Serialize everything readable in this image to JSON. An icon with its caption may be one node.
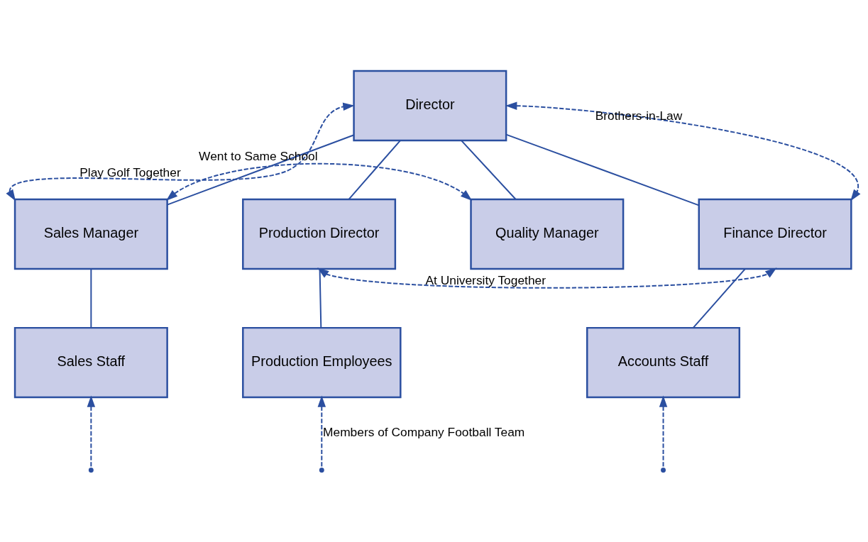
{
  "diagram": {
    "nodes": [
      {
        "text": [
          "Director"
        ]
      },
      {
        "text": [
          "Sales Manager"
        ]
      },
      {
        "text": [
          "Production Director"
        ]
      },
      {
        "text": [
          "Quality Manager"
        ]
      },
      {
        "text": [
          "Finance Director"
        ]
      },
      {
        "text": [
          "Sales Staff"
        ]
      },
      {
        "text": [
          "Production Employees"
        ]
      },
      {
        "text": [
          "Accounts Staff"
        ]
      }
    ],
    "edges": [
      {
        "from": 0,
        "to": 1,
        "arrow": "none"
      },
      {
        "from": 0,
        "to": 2,
        "arrow": "none"
      },
      {
        "from": 0,
        "to": 3,
        "arrow": "none"
      },
      {
        "from": 0,
        "to": 4,
        "arrow": "none"
      },
      {
        "from": 1,
        "to": 5,
        "arrow": "none"
      },
      {
        "from": 2,
        "to": 6,
        "arrow": "none"
      },
      {
        "from": 4,
        "to": 7,
        "arrow": "none"
      },
      {
        "from": 1,
        "to": 0,
        "arrow": "both",
        "label": "Play Golf Together",
        "style": "dashed"
      },
      {
        "from": 0,
        "to": 4,
        "arrow": "both",
        "label": "Brothers-in-Law",
        "style": "dashed"
      },
      {
        "from": 1,
        "to": 3,
        "arrow": "both",
        "label": "Went to Same School",
        "style": "dashed"
      },
      {
        "from": 2,
        "to": 4,
        "arrow": "both",
        "label": "At University Together",
        "style": "dashed"
      },
      {
        "from": null,
        "to": 5,
        "arrow": "to",
        "style": "dashed"
      },
      {
        "from": null,
        "to": 6,
        "arrow": "to",
        "label": "Members of Company Football Team",
        "style": "dashed"
      },
      {
        "from": null,
        "to": 7,
        "arrow": "to",
        "style": "dashed"
      }
    ]
  }
}
